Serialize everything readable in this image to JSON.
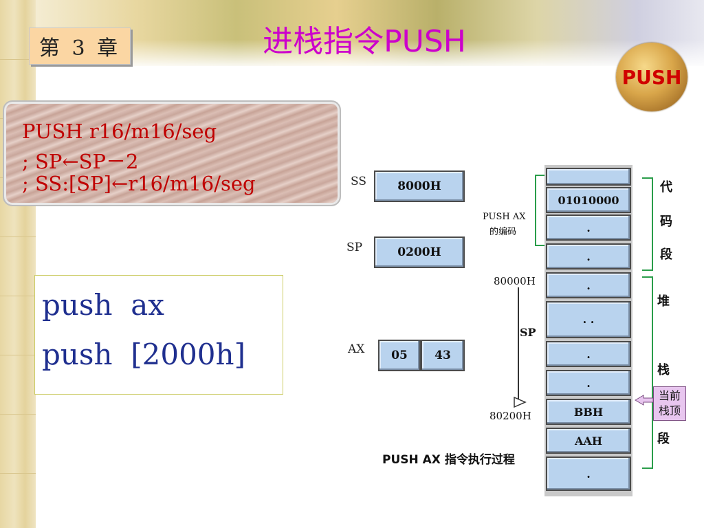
{
  "header": {
    "chapter_label": "第 3 章",
    "title": "进栈指令PUSH",
    "badge_label": "PUSH"
  },
  "syntax": {
    "lines": [
      "PUSH r16/m16/seg",
      "; SP←SP－2",
      "; SS:[SP]←r16/m16/seg"
    ]
  },
  "examples": {
    "lines": [
      "push  ax",
      "push  [2000h]"
    ]
  },
  "registers": {
    "ss": {
      "label": "SS",
      "value": "8000H"
    },
    "sp": {
      "label": "SP",
      "value": "0200H"
    },
    "ax": {
      "label": "AX",
      "high": "05",
      "low": "43"
    }
  },
  "memory": {
    "cells": [
      "",
      "01010000",
      ".",
      ".",
      ".",
      ". .",
      ".",
      ".",
      "BBH",
      "AAH",
      "."
    ],
    "addr_top": "80000H",
    "addr_bottom": "80200H",
    "sp_marker": "SP",
    "push_encoding_label_line1": "PUSH AX",
    "push_encoding_label_line2": "的编码",
    "caption": "PUSH AX 指令执行过程",
    "code_segment_chars": [
      "代",
      "码",
      "段"
    ],
    "stack_segment_chars": [
      "堆",
      "栈",
      "段"
    ],
    "stack_top_label_line1": "当前",
    "stack_top_label_line2": "栈顶"
  },
  "colors": {
    "title": "#cc00cc",
    "syntax_text": "#c00000",
    "example_text": "#1f2f8f",
    "register_fill": "#b9d3ee",
    "bracket": "#2a9d4a"
  }
}
